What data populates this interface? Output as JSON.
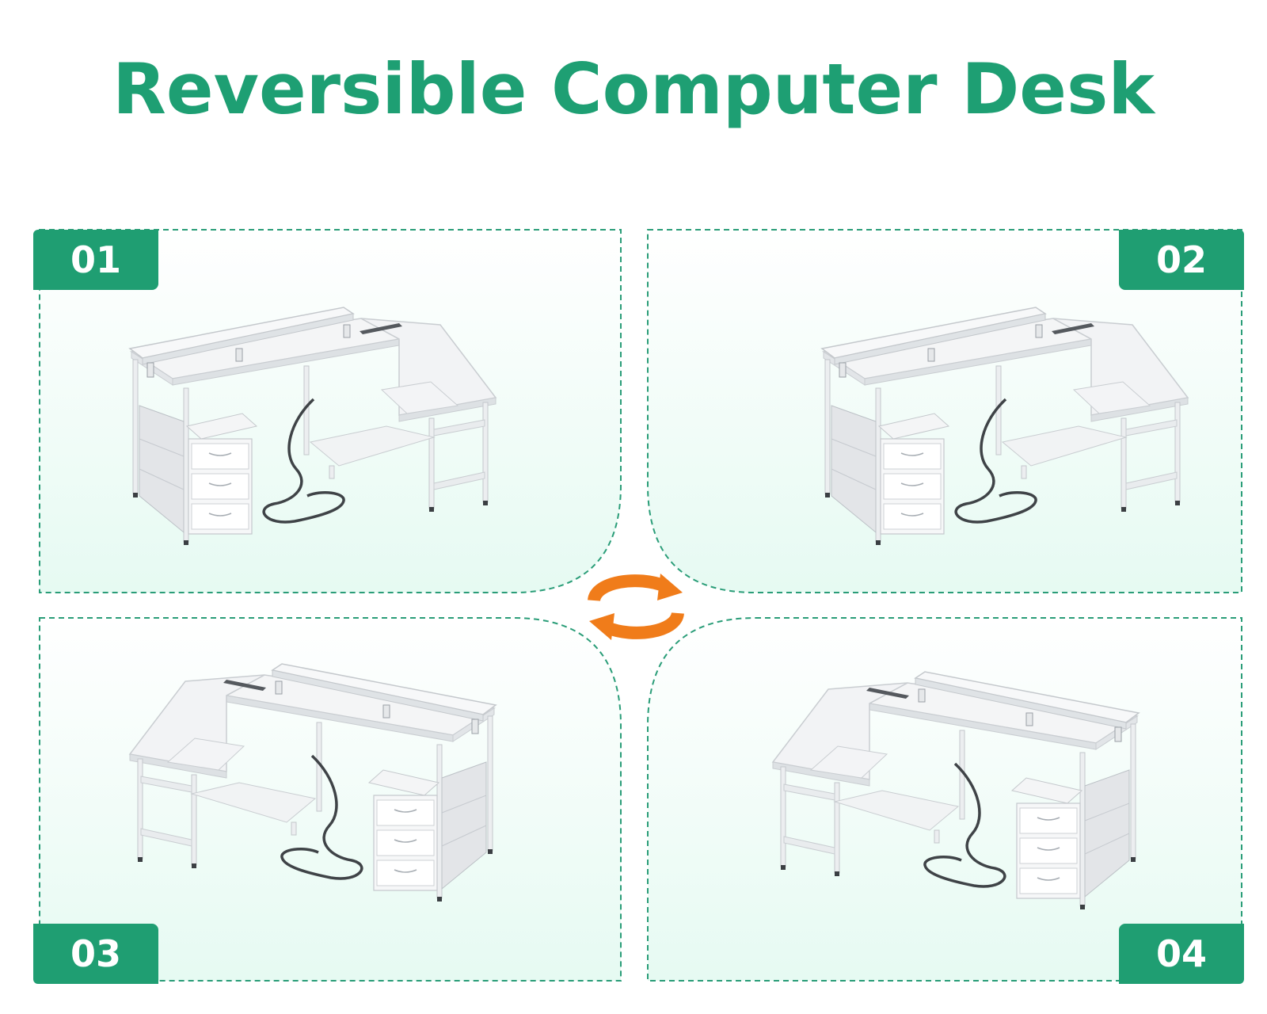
{
  "title": "Reversible Computer Desk",
  "colors": {
    "accent": "#1f9e72",
    "panel_fill": "#e8faf3",
    "dash": "#2a9d78",
    "rotate_arrow": "#f07c1a"
  },
  "icons": [
    "rotate-arrows-icon"
  ],
  "panels": [
    {
      "number": "01"
    },
    {
      "number": "02"
    },
    {
      "number": "03"
    },
    {
      "number": "04"
    }
  ]
}
